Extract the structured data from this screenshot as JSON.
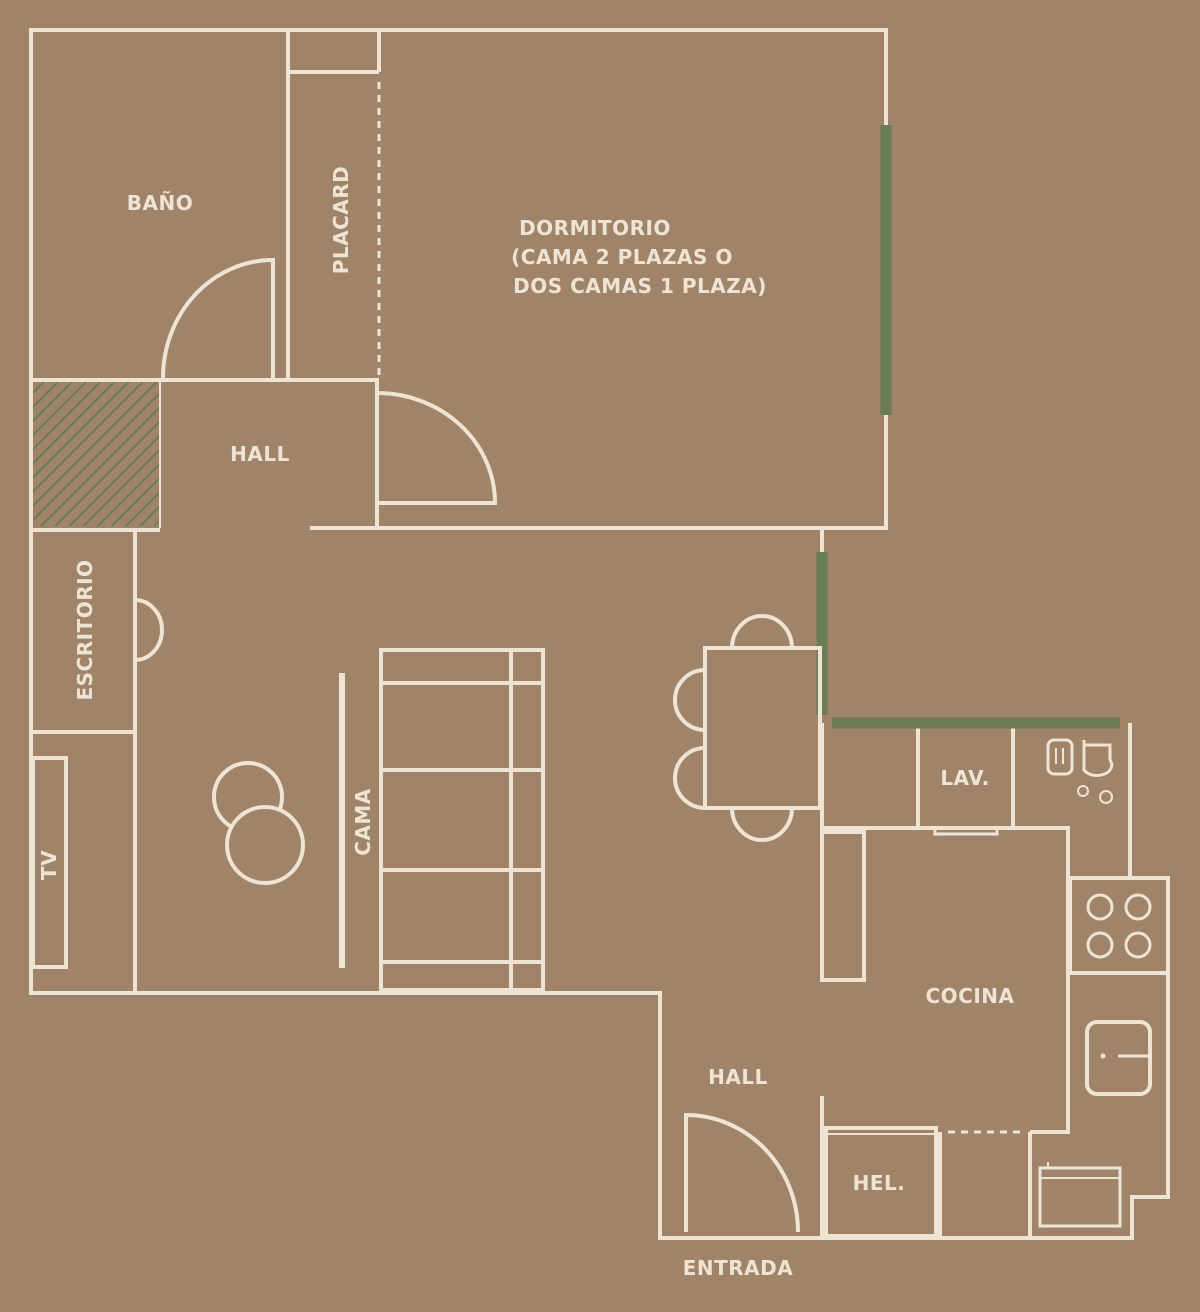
{
  "colors": {
    "background": "#A0846A",
    "lines": "#EFE4D4",
    "green_wall": "#6B7B55"
  },
  "rooms": {
    "bano": "BAÑO",
    "placard": "PLACARD",
    "dormitorio": [
      "DORMITORIO",
      "(CAMA 2 PLAZAS O",
      "DOS CAMAS 1 PLAZA)"
    ],
    "hall_top": "HALL",
    "escritorio": "ESCRITORIO",
    "tv": "TV",
    "cama": "CAMA",
    "lav": "LAV.",
    "cocina": "COCINA",
    "hall_bottom": "HALL",
    "hel": "HEL.",
    "entrada": "ENTRADA"
  }
}
